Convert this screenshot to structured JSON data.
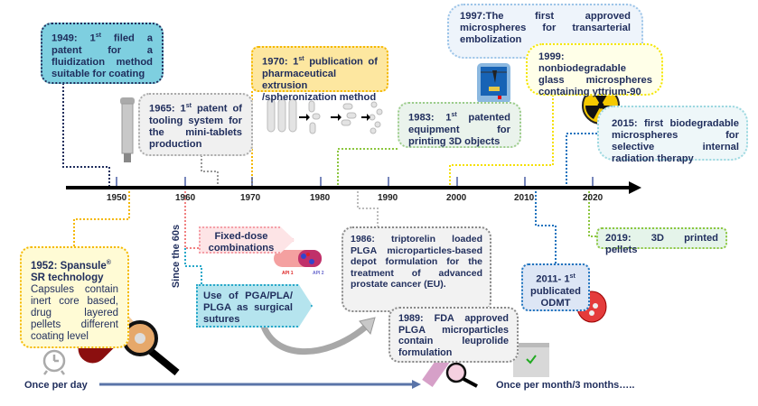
{
  "axis": {
    "years": [
      "1950",
      "1960",
      "1970",
      "1980",
      "1990",
      "2000",
      "2010",
      "2020"
    ]
  },
  "events": {
    "e1949": {
      "year": "1949: 1",
      "sup": "st",
      "text": " filed a patent for a fluidization method suitable for coating"
    },
    "e1965": {
      "year": "1965: 1",
      "sup": "st",
      "text": " patent of tooling system for the mini-tablets production"
    },
    "e1970": {
      "year": "1970: 1",
      "sup": "st",
      "text": " publication of pharmaceutical extrusion /spheronization method"
    },
    "e1983": {
      "year": "1983: 1",
      "sup": "st",
      "text": " patented equipment for printing 3D objects"
    },
    "e1997": {
      "text": "1997:The first approved microspheres for transarterial embolization"
    },
    "e1999": {
      "text": "1999: nonbiodegradable glass microspheres containing yttrium-90"
    },
    "e2015": {
      "text": "2015: first biodegradable microspheres for selective internal radiation therapy"
    },
    "e2019": {
      "text": "2019: 3D printed pellets"
    },
    "e2011": {
      "year": "2011- 1",
      "sup": "st",
      "text": "publicated ODMT"
    },
    "e1986": {
      "text": "1986: triptorelin loaded PLGA microparticles-based depot formulation for the treatment of advanced prostate cancer (EU)."
    },
    "e1989": {
      "text": "1989: FDA approved PLGA microparticles contain leuprolide formulation"
    },
    "e1952": {
      "title": "1952: Spansule",
      "reg": "®",
      "title2": "SR technology",
      "text": "Capsules contain inert core based, drug layered pellets different coating level"
    }
  },
  "since60s": {
    "label": "Since the 60s",
    "fixed_dose": "Fixed-dose combinations",
    "api1": "API 1",
    "api2": "API 2",
    "sutures": "Use of PGA/PLA/ PLGA as surgical sutures"
  },
  "dosing": {
    "start": "Once per day",
    "end": "Once per month/3 months….."
  },
  "colors": {
    "navy": "#1f2d5c",
    "cyan": "#7ecfe0",
    "orange": "#f5b800",
    "green": "#8cc63f",
    "blue": "#1e73be",
    "gray": "#888888"
  }
}
